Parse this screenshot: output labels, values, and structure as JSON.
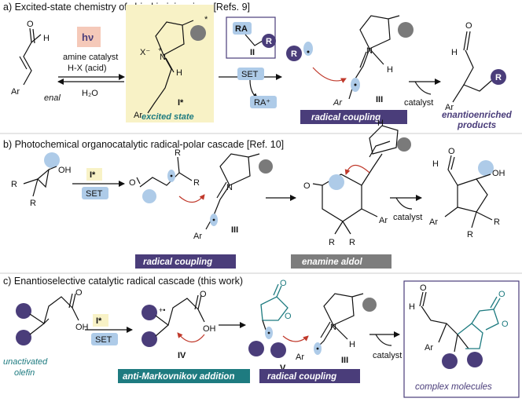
{
  "colors": {
    "purple": "#4a3d7a",
    "grey": "#7a7a7a",
    "light_blue": "#aecbe8",
    "teal": "#1e7b80",
    "yellow_box": "#f8f2c6",
    "hv_box": "#f5c9b9",
    "red_arrow": "#c0392b",
    "tag_teal": "#1e7b80",
    "tag_grey": "#7d7d7d"
  },
  "panel_a": {
    "title": "a) Excited-state chemistry of chiral iminium ions [Refs. 9]",
    "enal_label": "enal",
    "hv_label": "hν",
    "amine_catalyst": "amine catalyst",
    "acid": "H-X (acid)",
    "water": "H₂O",
    "counterion": "X⁻",
    "plus": "+",
    "star": "*",
    "excited_state": "excited state",
    "iminium_label": "I*",
    "radical_precursor": "RA",
    "R": "R",
    "II_label": "II",
    "SET": "SET",
    "RA_plus": "RA⁺",
    "III_label": "III",
    "radical_coupling": "radical coupling",
    "catalyst": "catalyst",
    "products_line1": "enantioenriched",
    "products_line2": "products",
    "Ar": "Ar",
    "H": "H",
    "N": "N",
    "O": "O"
  },
  "panel_b": {
    "title": "b) Photochemical organocatalytic radical-polar cascade [Ref. 10]",
    "OH": "OH",
    "R": "R",
    "I_star": "I*",
    "SET": "SET",
    "III_label": "III",
    "radical_coupling": "radical coupling",
    "enamine_aldol": "enamine aldol",
    "catalyst": "catalyst",
    "Ar": "Ar",
    "H": "H",
    "N": "N",
    "O": "O"
  },
  "panel_c": {
    "title": "c) Enantioselective catalytic radical cascade (this work)",
    "OH": "OH",
    "O": "O",
    "I_star": "I*",
    "SET": "SET",
    "IV_label": "IV",
    "V_label": "V",
    "III_label": "III",
    "unactivated_line1": "unactivated",
    "unactivated_line2": "olefin",
    "radical_cation": "+•",
    "anti_markovnikov": "anti-Markovnikov addition",
    "radical_coupling": "radical coupling",
    "catalyst": "catalyst",
    "complex_molecules": "complex molecules",
    "Ar": "Ar",
    "H": "H",
    "N": "N"
  }
}
